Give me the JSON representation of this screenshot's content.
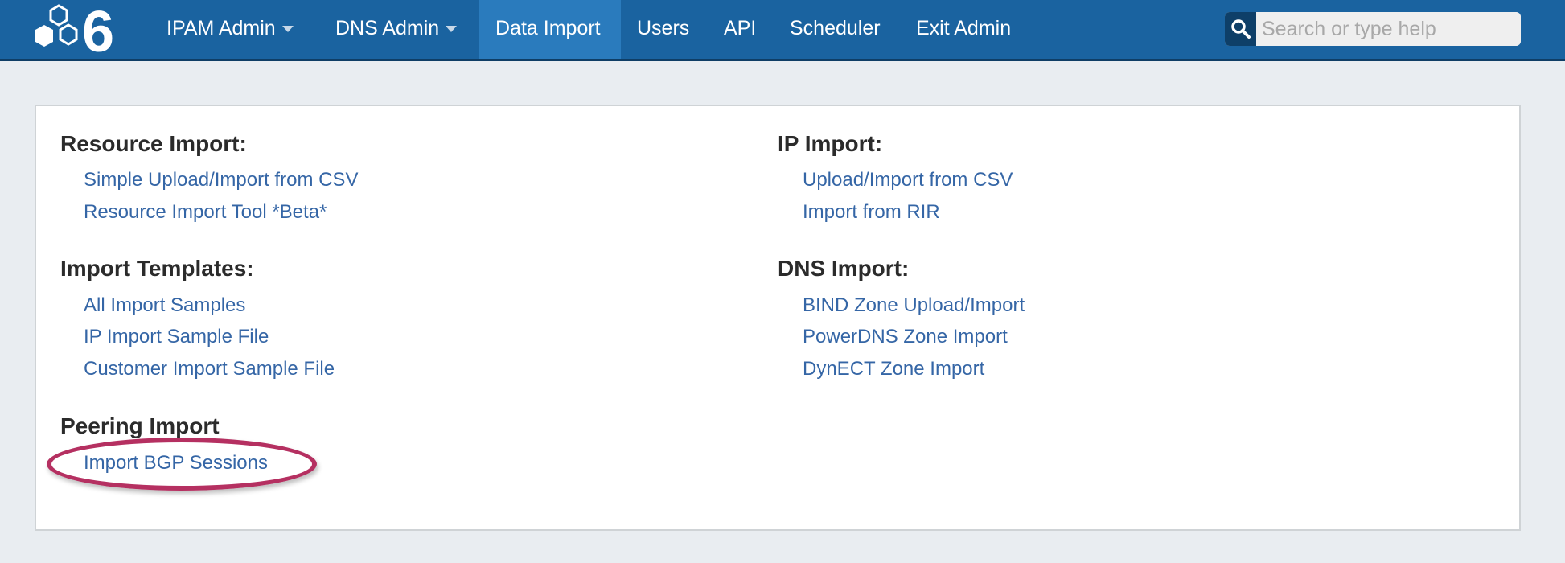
{
  "nav": {
    "items": [
      {
        "label": "IPAM Admin",
        "dropdown": true
      },
      {
        "label": "DNS Admin",
        "dropdown": true
      },
      {
        "label": "Data Import",
        "active": true
      },
      {
        "label": "Users"
      },
      {
        "label": "API"
      },
      {
        "label": "Scheduler"
      },
      {
        "label": "Exit Admin"
      }
    ],
    "search_placeholder": "Search or type help"
  },
  "sections": {
    "resource": {
      "title": "Resource Import:",
      "links": [
        "Simple Upload/Import from CSV",
        "Resource Import Tool *Beta*"
      ]
    },
    "templates": {
      "title": "Import Templates:",
      "links": [
        "All Import Samples",
        "IP Import Sample File",
        "Customer Import Sample File"
      ]
    },
    "peering": {
      "title": "Peering Import",
      "links": [
        "Import BGP Sessions"
      ]
    },
    "ip": {
      "title": "IP Import:",
      "links": [
        "Upload/Import from CSV",
        "Import from RIR"
      ]
    },
    "dns": {
      "title": "DNS Import:",
      "links": [
        "BIND Zone Upload/Import",
        "PowerDNS Zone Import",
        "DynECT Zone Import"
      ]
    }
  },
  "colors": {
    "nav": "#1a63a0",
    "active": "#2a7bbd",
    "link": "#3566a6",
    "highlight": "#b53061"
  }
}
